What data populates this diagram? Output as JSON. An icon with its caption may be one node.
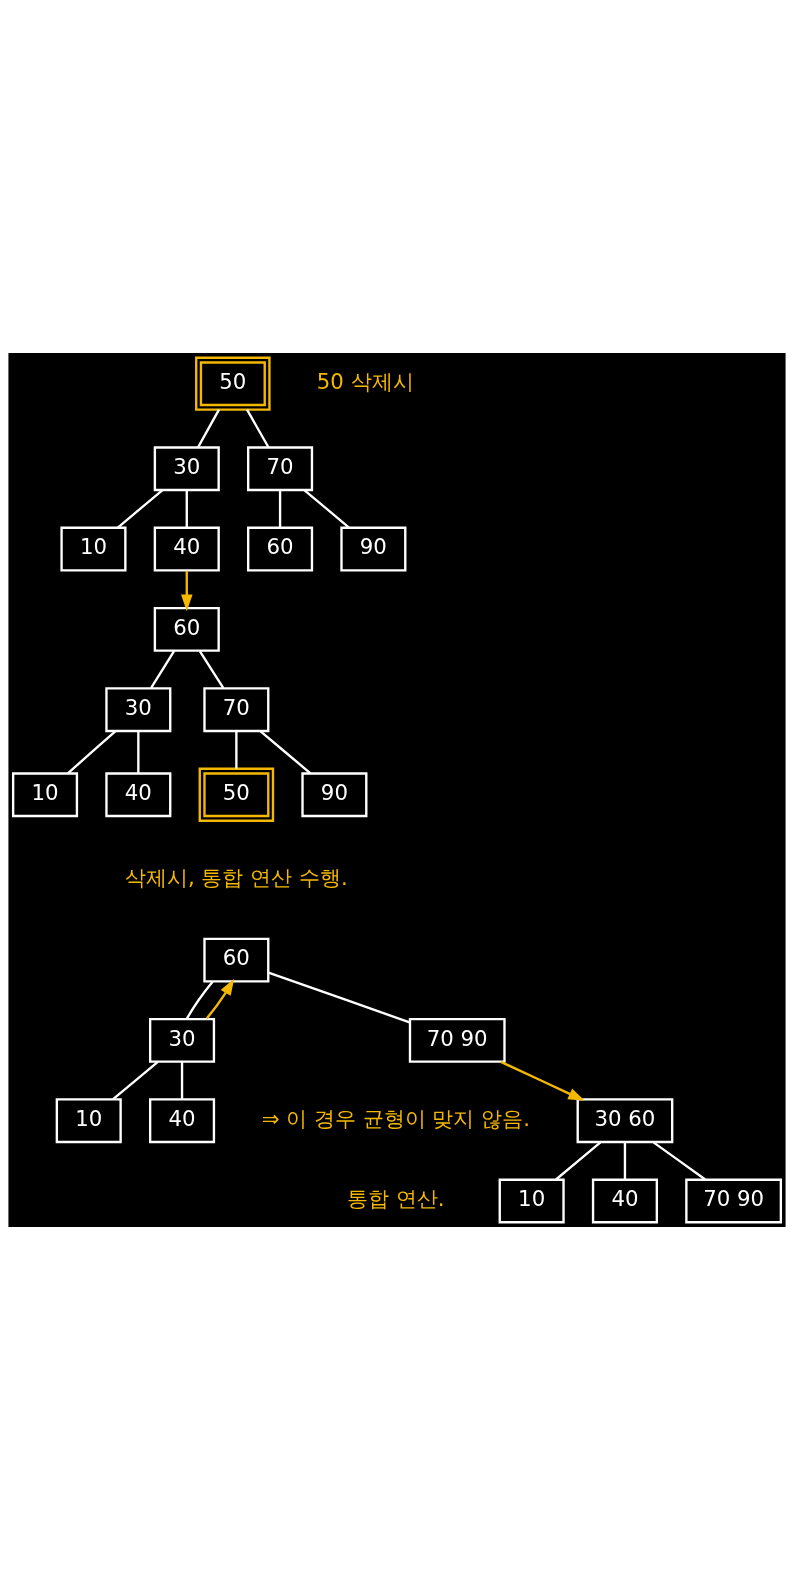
{
  "diagram": {
    "nodes": [
      {
        "text": [
          "50"
        ],
        "beside": [
          "50 삭제시"
        ]
      },
      {
        "text": [
          "30"
        ]
      },
      {
        "text": [
          "70"
        ]
      },
      {
        "text": [
          "10"
        ]
      },
      {
        "text": [
          "40"
        ]
      },
      {
        "text": [
          "60"
        ]
      },
      {
        "text": [
          "90"
        ]
      },
      {
        "text": [
          "60"
        ]
      },
      {
        "text": [
          "30"
        ]
      },
      {
        "text": [
          "70"
        ]
      },
      {
        "text": [
          "10"
        ]
      },
      {
        "text": [
          "40"
        ]
      },
      {
        "text": [
          "50"
        ],
        "beside": [
          "삭제시, 통합 연산 수행."
        ]
      },
      {
        "text": [
          "90"
        ]
      },
      {
        "text": [
          "60"
        ]
      },
      {
        "text": [
          "30"
        ]
      },
      {
        "text": [
          "70 90"
        ]
      },
      {
        "text": [
          "10"
        ]
      },
      {
        "text": [
          "40"
        ]
      },
      {
        "text": [
          "30 60"
        ]
      },
      {
        "text": [
          "10"
        ]
      },
      {
        "text": [
          "40"
        ]
      },
      {
        "text": [
          "70 90"
        ]
      }
    ],
    "edges": [
      {
        "from": 0,
        "to": 1,
        "arrow": "none"
      },
      {
        "from": 0,
        "to": 2,
        "arrow": "none"
      },
      {
        "from": 1,
        "to": 3,
        "arrow": "none"
      },
      {
        "from": 1,
        "to": 4,
        "arrow": "none"
      },
      {
        "from": 2,
        "to": 5,
        "arrow": "none"
      },
      {
        "from": 2,
        "to": 6,
        "arrow": "none"
      },
      {
        "from": 4,
        "to": 7,
        "arrow": "to",
        "color": "#f5b800"
      },
      {
        "from": 7,
        "to": 8,
        "arrow": "none"
      },
      {
        "from": 7,
        "to": 9,
        "arrow": "none"
      },
      {
        "from": 8,
        "to": 10,
        "arrow": "none"
      },
      {
        "from": 8,
        "to": 11,
        "arrow": "none"
      },
      {
        "from": 9,
        "to": 12,
        "arrow": "none"
      },
      {
        "from": 9,
        "to": 13,
        "arrow": "none"
      },
      {
        "from": 14,
        "to": 15,
        "arrow": "none"
      },
      {
        "from": 14,
        "to": 16,
        "arrow": "none"
      },
      {
        "from": 15,
        "to": 17,
        "arrow": "none"
      },
      {
        "from": 15,
        "to": 18,
        "arrow": "none"
      },
      {
        "from": 15,
        "to": 14,
        "arrow": "to",
        "color": "#f5b800"
      },
      {
        "from": 16,
        "to": 19,
        "arrow": "to",
        "color": "#f5b800"
      },
      {
        "from": 19,
        "to": 20,
        "arrow": "none"
      },
      {
        "from": 19,
        "to": 21,
        "arrow": "none"
      },
      {
        "from": 19,
        "to": 22,
        "arrow": "none"
      }
    ],
    "labels": [
      "⇒ 이 경우 균형이 맞지 않음.",
      "통합 연산."
    ]
  }
}
